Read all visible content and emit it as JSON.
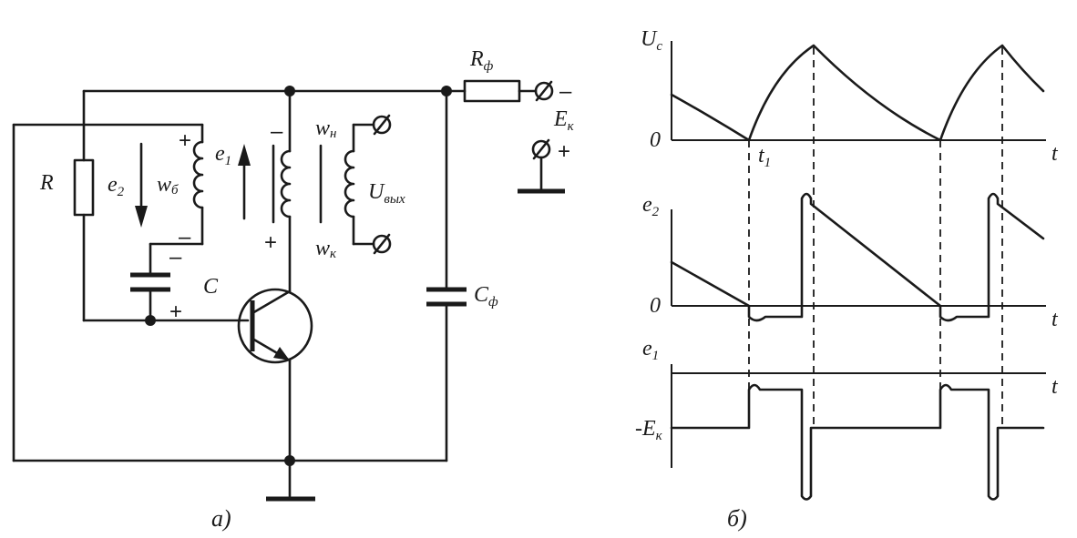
{
  "circuit": {
    "resistor_r": "R",
    "capacitor_c": "C",
    "filter_resistor": "R",
    "filter_resistor_sub": "ф",
    "filter_capacitor": "C",
    "filter_capacitor_sub": "ф",
    "supply": "E",
    "supply_sub": "к",
    "emf_e1": "e",
    "emf_e1_sub": "1",
    "emf_e2": "e",
    "emf_e2_sub": "2",
    "winding_base": "w",
    "winding_base_sub": "б",
    "winding_load": "w",
    "winding_load_sub": "н",
    "winding_collector": "w",
    "winding_collector_sub": "к",
    "output_voltage": "U",
    "output_voltage_sub": "вых",
    "plus": "+",
    "minus": "–",
    "caption": "а)"
  },
  "waveforms": {
    "uc_label": "U",
    "uc_label_sub": "c",
    "e2_label": "e",
    "e2_label_sub": "2",
    "e1_label": "e",
    "e1_label_sub": "1",
    "neg_ek_label": "-E",
    "neg_ek_label_sub": "к",
    "zero_label": "0",
    "t_label": "t",
    "t1_label": "t",
    "t1_label_sub": "1",
    "caption": "б)"
  }
}
